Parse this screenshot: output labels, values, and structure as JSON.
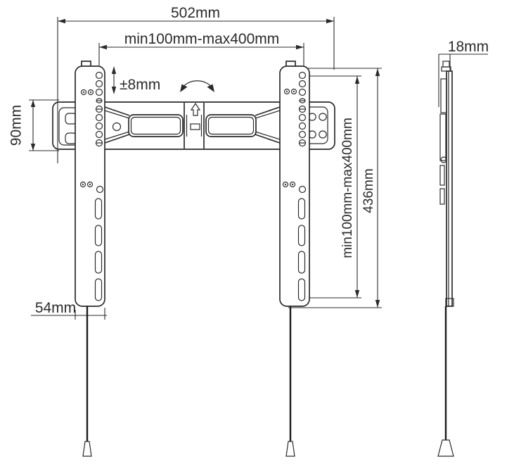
{
  "colors": {
    "background": "#ffffff",
    "line": "#2b2b2b",
    "text": "#2b2b2b"
  },
  "front_view": {
    "total_width": "502mm",
    "vesa_width_range": "min100mm-max400mm",
    "vertical_adjustment": "±8mm",
    "wall_plate_height": "90mm",
    "vesa_height_range": "min100mm-max400mm",
    "bracket_height": "436mm",
    "bracket_width": "54mm"
  },
  "side_view": {
    "profile_depth": "18mm"
  }
}
